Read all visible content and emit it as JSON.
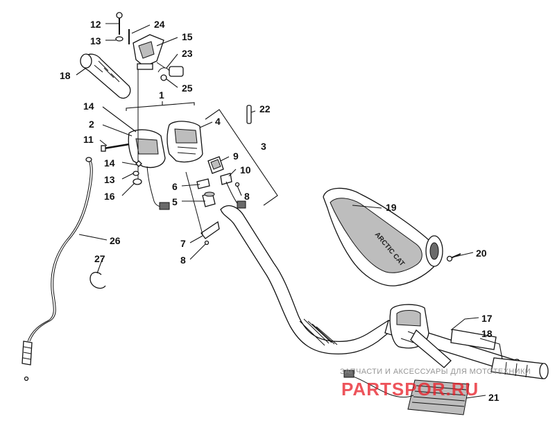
{
  "callouts": {
    "c1": "1",
    "c2": "2",
    "c3": "3",
    "c4": "4",
    "c5": "5",
    "c6": "6",
    "c7": "7",
    "c8a": "8",
    "c8b": "8",
    "c9": "9",
    "c10": "10",
    "c11": "11",
    "c12": "12",
    "c13a": "13",
    "c13b": "13",
    "c14a": "14",
    "c14b": "14",
    "c15": "15",
    "c16": "16",
    "c17": "17",
    "c18a": "18",
    "c18b": "18",
    "c19": "19",
    "c20": "20",
    "c21": "21",
    "c22": "22",
    "c23": "23",
    "c24": "24",
    "c25": "25",
    "c26": "26",
    "c27": "27"
  },
  "watermark": {
    "line1": "ЗАПЧАСТИ И АКСЕССУАРЫ ДЛЯ МОТОТЕХНИКИ",
    "logo": "PARTSPOR.RU",
    "color": "#e8202a"
  },
  "pad_text": "ARCTIC CAT"
}
